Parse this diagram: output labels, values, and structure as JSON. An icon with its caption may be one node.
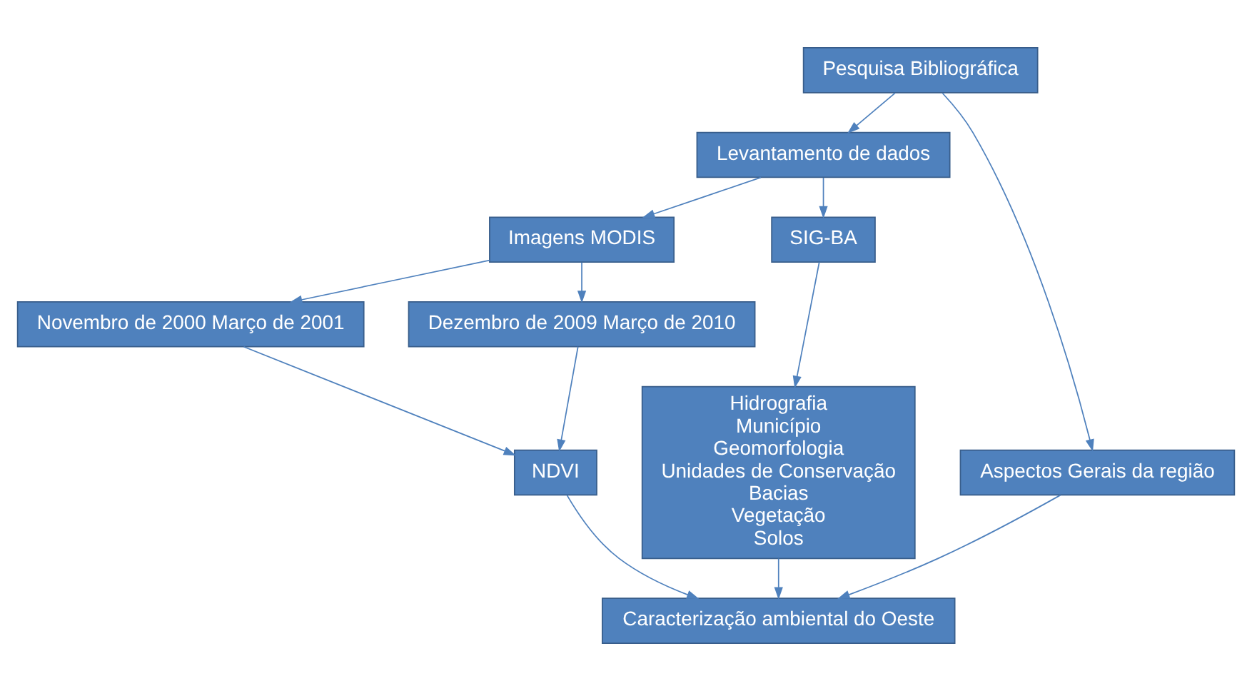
{
  "diagram": {
    "nodes": [
      {
        "text": [
          "Pesquisa Bibliográfica"
        ]
      },
      {
        "text": [
          "Levantamento de dados"
        ]
      },
      {
        "text": [
          "Imagens MODIS"
        ]
      },
      {
        "text": [
          "SIG-BA"
        ]
      },
      {
        "text": [
          "Novembro de 2000 Março de 2001"
        ]
      },
      {
        "text": [
          "Dezembro de 2009 Março de 2010"
        ]
      },
      {
        "text": [
          "Hidrografia",
          "Município",
          "Geomorfologia",
          "Unidades de Conservação",
          "Bacias",
          "Vegetação",
          "Solos"
        ]
      },
      {
        "text": [
          "Aspectos Gerais da região"
        ]
      },
      {
        "text": [
          "NDVI"
        ]
      },
      {
        "text": [
          "Caracterização ambiental do Oeste"
        ]
      }
    ],
    "edges": [
      {
        "from": 0,
        "to": 1,
        "arrow": "to"
      },
      {
        "from": 0,
        "to": 7,
        "arrow": "to"
      },
      {
        "from": 1,
        "to": 2,
        "arrow": "to"
      },
      {
        "from": 1,
        "to": 3,
        "arrow": "to"
      },
      {
        "from": 2,
        "to": 4,
        "arrow": "to"
      },
      {
        "from": 2,
        "to": 5,
        "arrow": "to"
      },
      {
        "from": 3,
        "to": 6,
        "arrow": "to"
      },
      {
        "from": 4,
        "to": 8,
        "arrow": "to"
      },
      {
        "from": 5,
        "to": 8,
        "arrow": "to"
      },
      {
        "from": 7,
        "to": 9,
        "arrow": "to"
      },
      {
        "from": 8,
        "to": 9,
        "arrow": "to"
      },
      {
        "from": 6,
        "to": 9,
        "arrow": "to"
      }
    ]
  }
}
